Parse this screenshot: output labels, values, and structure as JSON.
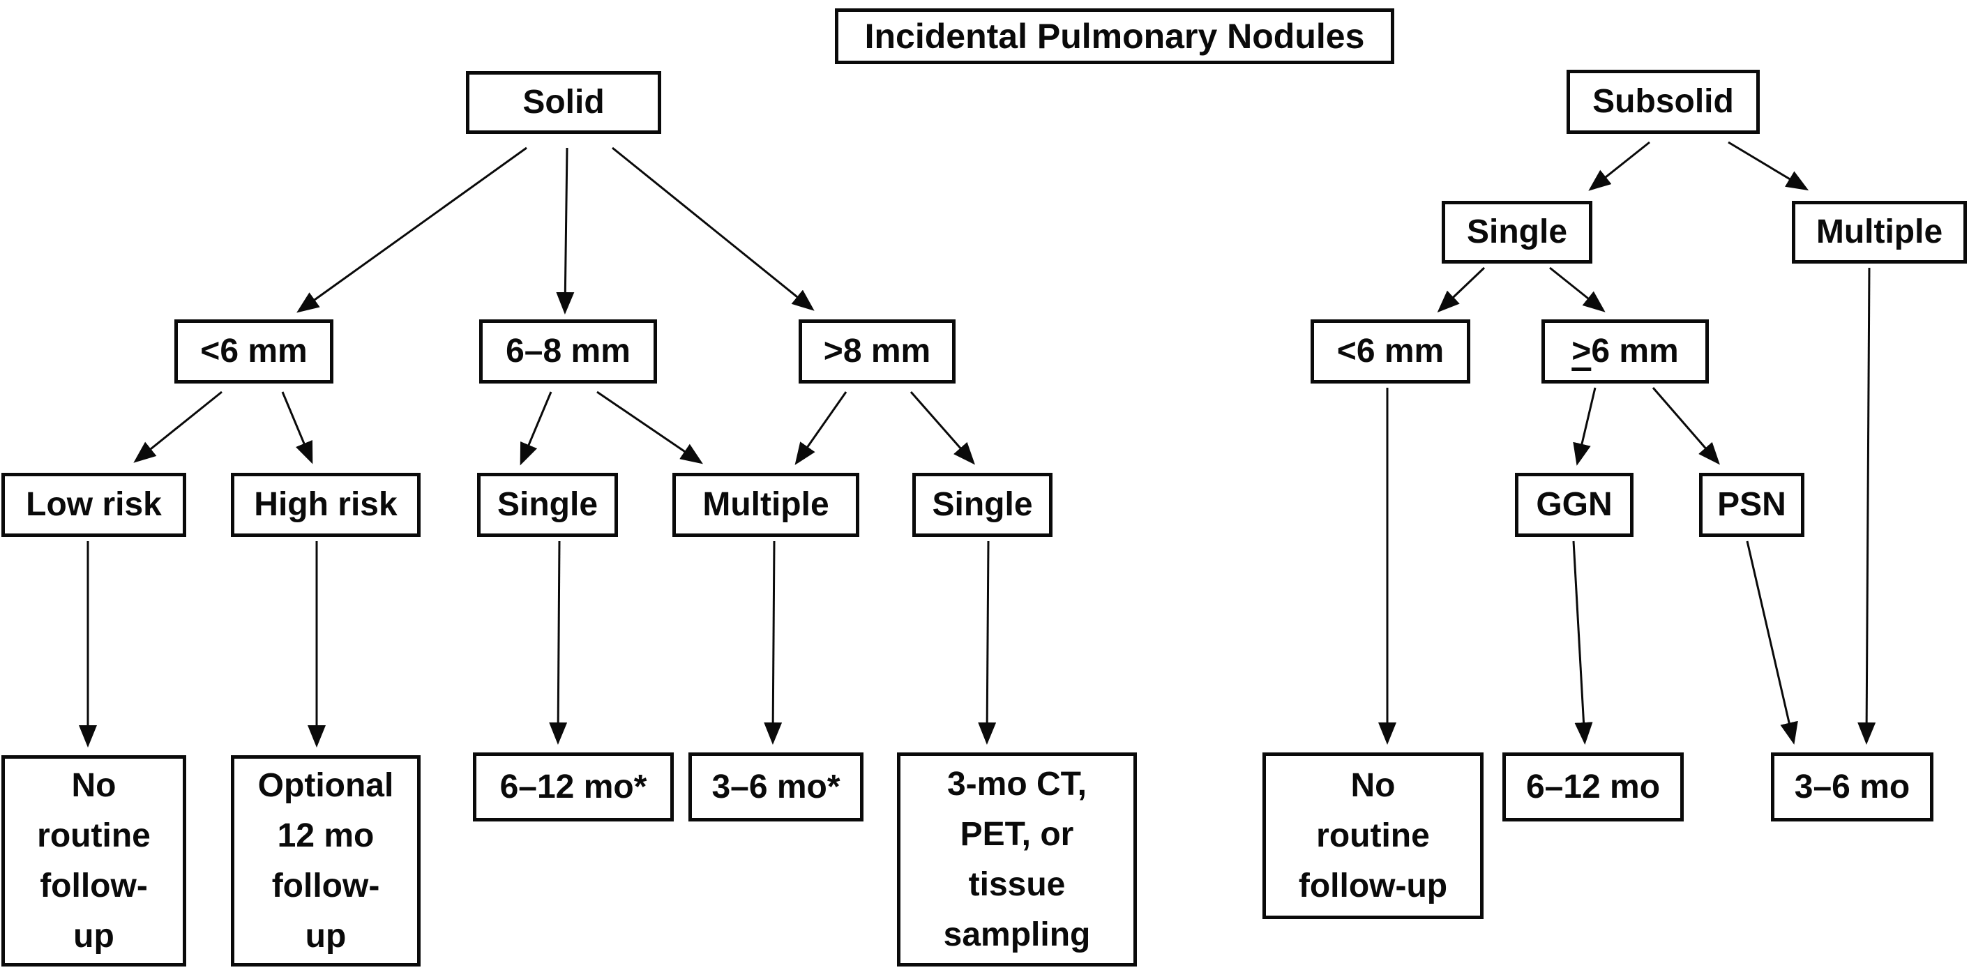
{
  "title": "Incidental Pulmonary Nodules",
  "solid_tree": {
    "root": "Solid",
    "lt6mm": "<6 mm",
    "mm6to8": "6–8 mm",
    "gt8mm": ">8 mm",
    "low_risk": "Low risk",
    "high_risk": "High risk",
    "single_6to8": "Single",
    "multiple": "Multiple",
    "single_gt8": "Single",
    "no_routine_followup": "No\nroutine\nfollow-\nup",
    "optional_12mo_followup": "Optional\n12 mo\nfollow-\nup",
    "mo6to12": "6–12 mo*",
    "mo3to6": "3–6 mo*",
    "ct_pet_tissue": "3-mo CT,\nPET, or\ntissue\nsampling"
  },
  "subsolid_tree": {
    "root": "Subsolid",
    "single": "Single",
    "multiple": "Multiple",
    "lt6mm": "<6 mm",
    "ge6mm_symbol": ">",
    "ge6mm_text": "6 mm",
    "ggn": "GGN",
    "psn": "PSN",
    "no_routine_followup": "No\nroutine\nfollow-up",
    "mo6to12": "6–12 mo",
    "mo3to6": "3–6 mo"
  },
  "colors": {
    "background": "#ffffff",
    "box_border": "#0a0a0a",
    "text": "#0a0a0a",
    "arrow": "#0a0a0a"
  }
}
